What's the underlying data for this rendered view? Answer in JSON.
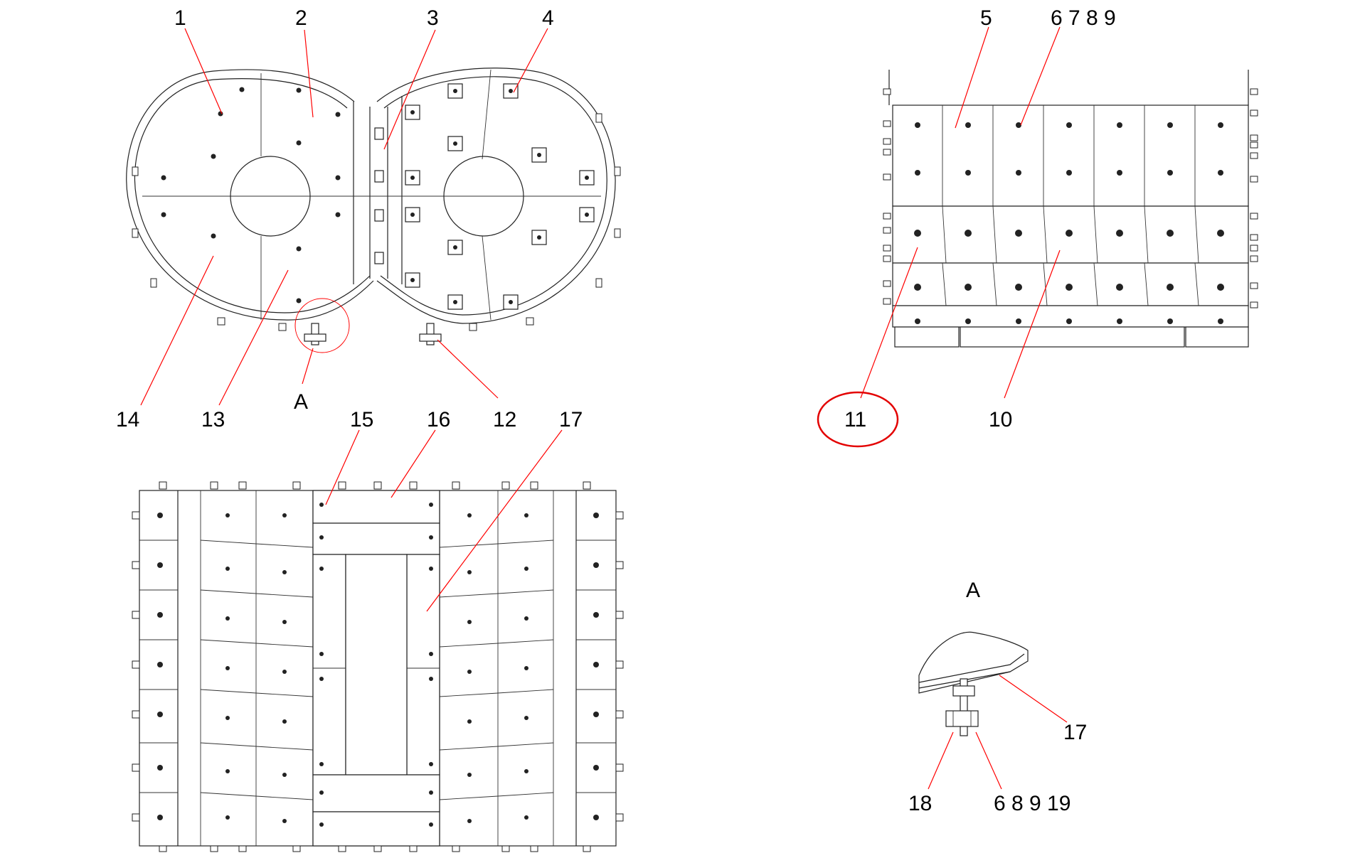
{
  "labels": {
    "l1": "1",
    "l2": "2",
    "l3": "3",
    "l4": "4",
    "l5": "5",
    "l6789_top": "6 7 8 9",
    "l14": "14",
    "l13": "13",
    "lA_main": "A",
    "l12": "12",
    "l15": "15",
    "l16": "16",
    "l17_main": "17",
    "l11": "11",
    "l10": "10",
    "lA_detail": "A",
    "l17_detail": "17",
    "l18": "18",
    "l68919": "6 8 9 19"
  },
  "colors": {
    "leader": "#ff0000",
    "highlight": "#e30000",
    "line": "#222222"
  }
}
